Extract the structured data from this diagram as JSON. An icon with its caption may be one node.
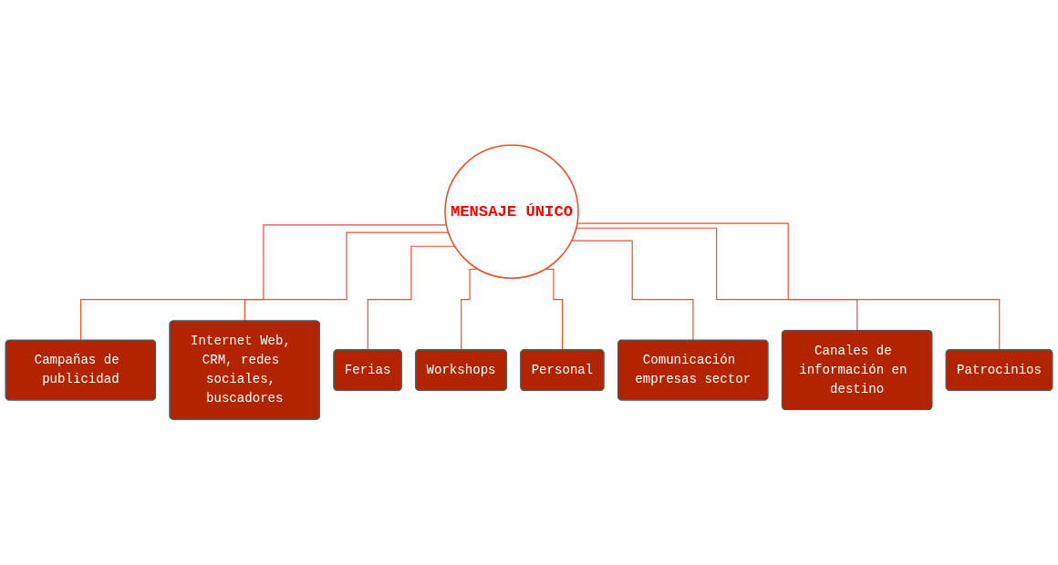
{
  "diagram": {
    "nodes": [
      {
        "text": [
          "MENSAJE ÚNICO"
        ]
      },
      {
        "text": [
          "Campañas de publicidad"
        ]
      },
      {
        "text": [
          "Internet Web, CRM, redes sociales, buscadores"
        ]
      },
      {
        "text": [
          "Ferias"
        ]
      },
      {
        "text": [
          "Workshops"
        ]
      },
      {
        "text": [
          "Personal"
        ]
      },
      {
        "text": [
          "Comunicación empresas sector"
        ]
      },
      {
        "text": [
          "Canales de información en destino"
        ]
      },
      {
        "text": [
          "Patrocinios"
        ]
      }
    ],
    "edges": [
      {
        "from": 0,
        "to": 1,
        "arrow": "none"
      },
      {
        "from": 0,
        "to": 2,
        "arrow": "none"
      },
      {
        "from": 0,
        "to": 3,
        "arrow": "none"
      },
      {
        "from": 0,
        "to": 4,
        "arrow": "none"
      },
      {
        "from": 0,
        "to": 5,
        "arrow": "none"
      },
      {
        "from": 0,
        "to": 6,
        "arrow": "none"
      },
      {
        "from": 0,
        "to": 7,
        "arrow": "none"
      },
      {
        "from": 0,
        "to": 8,
        "arrow": "none"
      }
    ]
  }
}
